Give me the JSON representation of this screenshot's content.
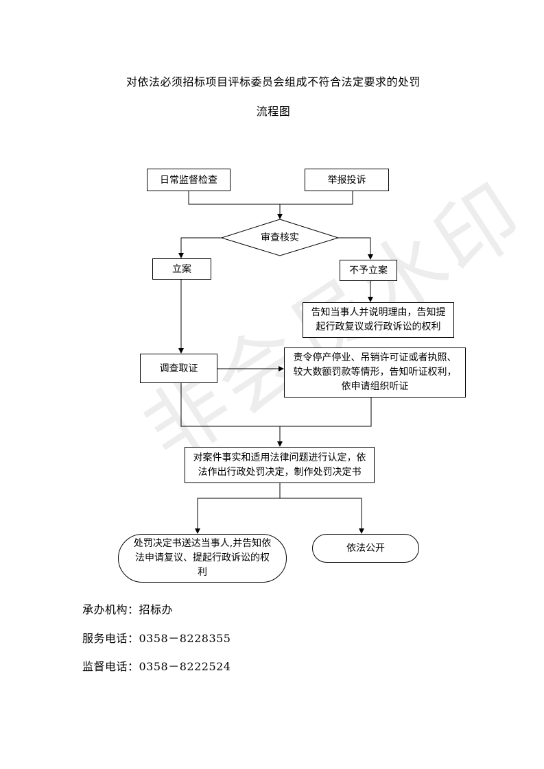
{
  "title": {
    "line1": "对依法必须招标项目评标委员会组成不符合法定要求的处罚",
    "line2": "流程图"
  },
  "flow": {
    "daily_inspection": "日常监督检查",
    "report_complaint": "举报投诉",
    "review_verify": "审查核实",
    "file_case": "立案",
    "not_file_case": "不予立案",
    "notify_reason": "告知当事人并说明理由，告知提起行政复议或行政诉讼的权利",
    "investigate": "调查取证",
    "hearing_notice": "责令停产停业、吊销许可证或者执照、较大数额罚款等情形，告知听证权利，依申请组织听证",
    "determine_decide": "对案件事实和适用法律问题进行认定，依法作出行政处罚决定，制作处罚决定书",
    "deliver_decision": "处罚决定书送达当事人,并告知依法申请复议、提起行政诉讼的权利",
    "publicize": "依法公开"
  },
  "footer": {
    "agency": "承办机构：招标办",
    "service_phone": "服务电话：0358－8228355",
    "supervision_phone": "监督电话：0358－8222524"
  },
  "watermark": "非会员水印",
  "colors": {
    "line": "#000000",
    "background": "#ffffff"
  }
}
